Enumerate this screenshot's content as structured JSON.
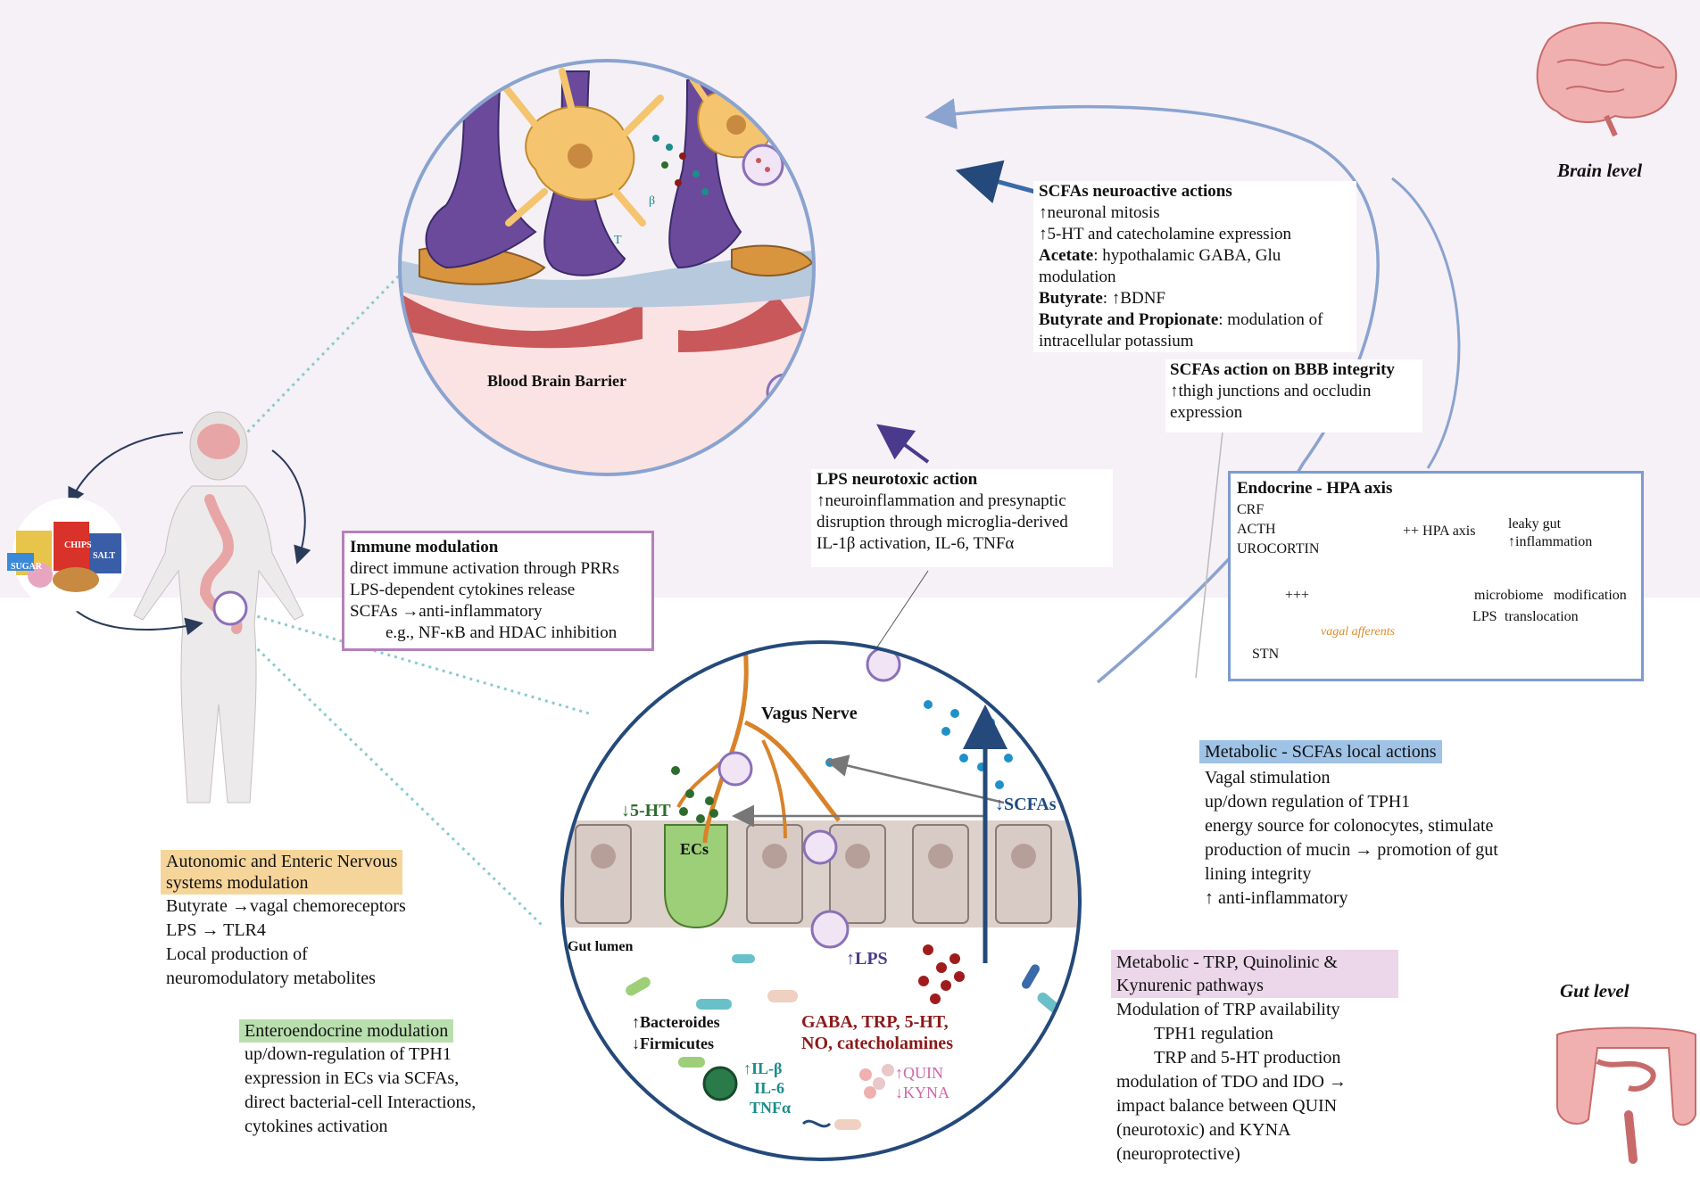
{
  "colors": {
    "top_band": "#f6f0f7",
    "circle_border": "#8aa3cf",
    "gut_circle_border": "#24497a",
    "immune_border": "#b580bb",
    "endocrine_border": "#7d9bd0",
    "scfa_head_bg": "#9fc3e6",
    "ans_head_bg": "#f6d59a",
    "entero_head_bg": "#b9dfae",
    "trp_head_bg": "#ecd6ea",
    "ns_5ht": "#2e6b2e",
    "scfa_blue": "#1e4a80",
    "lps_purple": "#4a3a8c",
    "gaba_red": "#8c1a1a",
    "cyto_teal": "#1c8c8c",
    "quin_pink": "#d066a8"
  },
  "labels": {
    "brain_level": "Brain level",
    "gut_level": "Gut level",
    "bbb": "Blood Brain Barrier",
    "vagus_nerve": "Vagus Nerve",
    "five_ht": "↓5-HT",
    "ecs": "ECs",
    "scfas": "↓SCFAs",
    "lps": "↑LPS",
    "gut_lumen": "Gut lumen",
    "bacteroides": "↑Bacteroides",
    "firmicutes": "↓Firmicutes",
    "gaba_line1": "GABA, TRP, 5-HT,",
    "gaba_line2": "NO, catecholamines",
    "il_beta": "↑IL-β",
    "il_6": "IL-6",
    "tnf": "TNFα",
    "quin": "↑QUIN",
    "kyna": "↓KYNA",
    "il1b_fragment": "β",
    "tnf_fragment": "T",
    "food_sugar": "SUGAR",
    "food_chips": "CHIPS",
    "food_salt": "SALT"
  },
  "scfa_neuro": {
    "title": "SCFAs neuroactive actions",
    "l1": "↑neuronal mitosis",
    "l2": "↑5-HT and catecholamine expression",
    "acetate_b": "Acetate",
    "acetate_t": ": hypothalamic GABA, Glu",
    "l4": "modulation",
    "butyrate_b": "Butyrate",
    "butyrate_t": ": ↑BDNF",
    "butprop_b": "Butyrate and Propionate",
    "butprop_t": ": modulation of",
    "l7": "intracellular potassium"
  },
  "scfa_bbb": {
    "title": "SCFAs action on BBB integrity",
    "l1": "↑thigh junctions and occludin",
    "l2": "expression"
  },
  "lps_neuro": {
    "title": "LPS neurotoxic action",
    "l1": "↑neuroinflammation and presynaptic",
    "l2": "disruption through microglia-derived",
    "l3": "IL-1β activation, IL-6, TNFα"
  },
  "immune": {
    "title": "Immune modulation",
    "l1": "direct immune activation through PRRs",
    "l2": "LPS-dependent cytokines release",
    "l3": "SCFAs →anti-inflammatory",
    "l4": "e.g., NF-κB and HDAC inhibition"
  },
  "endocrine": {
    "title": "Endocrine - HPA axis",
    "crf": "CRF",
    "acth": "ACTH",
    "urocortin": "UROCORTIN",
    "hpa": "++ HPA axis",
    "leaky": "leaky gut",
    "inflam": "↑inflammation",
    "microbiome": "microbiome",
    "modification": "modification",
    "lps": "LPS",
    "translocation": "translocation",
    "plus": "+++",
    "vagal": "vagal afferents",
    "stn": "STN"
  },
  "scfa_local": {
    "title": "Metabolic - SCFAs local actions",
    "l1": "Vagal stimulation",
    "l2": "up/down regulation of TPH1",
    "l3": "energy source for colonocytes, stimulate",
    "l4": "production of mucin → promotion of gut",
    "l5": "lining integrity",
    "l6": "↑ anti-inflammatory"
  },
  "ans": {
    "title1": "Autonomic and Enteric Nervous",
    "title2": "systems modulation",
    "l1": "Butyrate →vagal chemoreceptors",
    "l2": "LPS → TLR4",
    "l3": "Local production of",
    "l4": "neuromodulatory metabolites"
  },
  "entero": {
    "title": "Enteroendocrine modulation",
    "l1": "up/down-regulation of TPH1",
    "l2": "expression in ECs via SCFAs,",
    "l3": "direct bacterial-cell Interactions,",
    "l4": "cytokines activation"
  },
  "trp": {
    "title1": "Metabolic - TRP, Quinolinic &",
    "title2": "Kynurenic pathways",
    "l1": "Modulation of TRP availability",
    "l2": "TPH1 regulation",
    "l3": "TRP and 5-HT production",
    "l4": "modulation of TDO and IDO →",
    "l5": "impact balance between QUIN",
    "l6": "(neurotoxic) and KYNA",
    "l7": "(neuroprotective)"
  }
}
